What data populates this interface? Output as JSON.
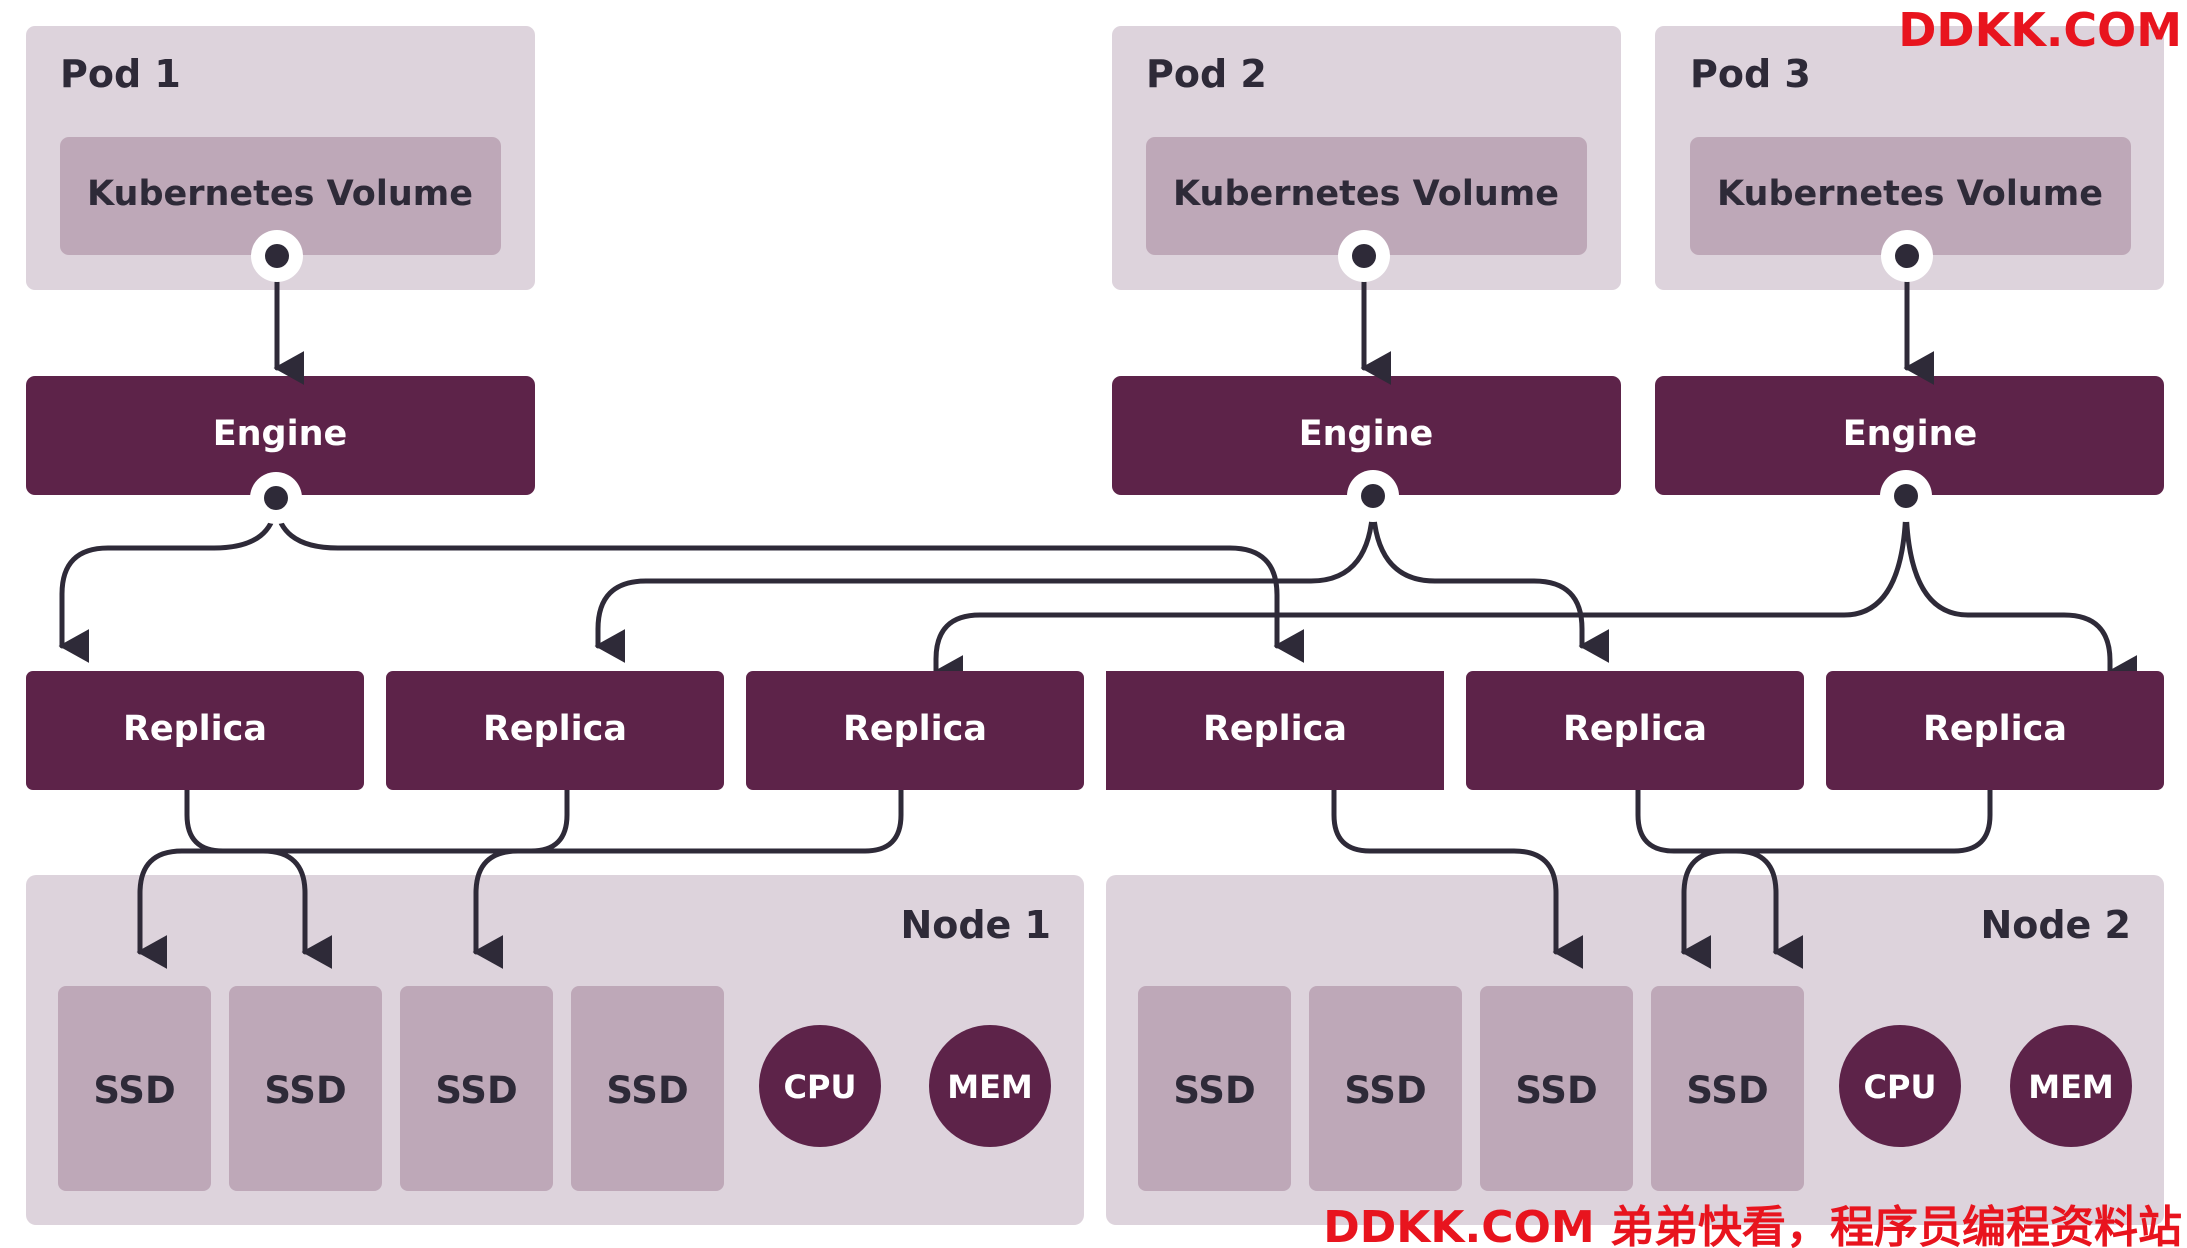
{
  "colors": {
    "container_bg": "#ddd3dc",
    "inner_box": "#bea8b8",
    "primary": "#5d2349",
    "text_dark": "#2e2a38",
    "text_light": "#ffffff",
    "connector": "#2e2a38",
    "watermark": "#e8141e"
  },
  "pods": [
    {
      "title": "Pod 1",
      "volume_label": "Kubernetes Volume",
      "engine_label": "Engine"
    },
    {
      "title": "Pod 2",
      "volume_label": "Kubernetes Volume",
      "engine_label": "Engine"
    },
    {
      "title": "Pod 3",
      "volume_label": "Kubernetes Volume",
      "engine_label": "Engine"
    }
  ],
  "replicas": [
    "Replica",
    "Replica",
    "Replica",
    "Replica",
    "Replica",
    "Replica"
  ],
  "nodes": [
    {
      "title": "Node 1",
      "disks": [
        "SSD",
        "SSD",
        "SSD",
        "SSD"
      ],
      "cpu_label": "CPU",
      "mem_label": "MEM"
    },
    {
      "title": "Node 2",
      "disks": [
        "SSD",
        "SSD",
        "SSD",
        "SSD"
      ],
      "cpu_label": "CPU",
      "mem_label": "MEM"
    }
  ],
  "watermarks": {
    "top_right": "DDKK.COM",
    "bottom_right": "DDKK.COM 弟弟快看，程序员编程资料站"
  }
}
